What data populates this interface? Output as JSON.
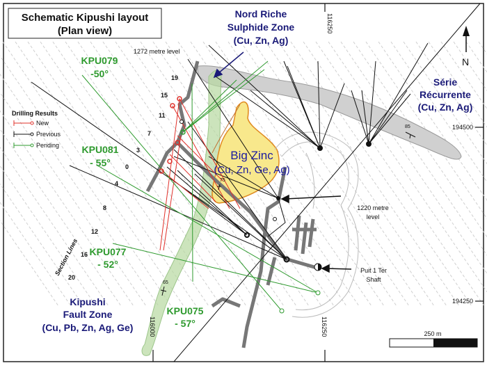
{
  "title": {
    "line1": "Schematic Kipushi layout",
    "line2": "(Plan view)"
  },
  "zones": {
    "nord_riche": [
      "Nord Riche",
      "Sulphide Zone",
      "(Cu, Zn, Ag)"
    ],
    "serie_recurrente": [
      "Série",
      "Récurrente",
      "(Cu, Zn, Ag)"
    ],
    "big_zinc": [
      "Big Zinc",
      "(Cu, Zn, Ge, Ag)"
    ],
    "fault_zone": [
      "Kipushi",
      "Fault Zone",
      "(Cu, Pb, Zn, Ag, Ge)"
    ]
  },
  "drill_holes": {
    "kpu079": [
      "KPU079",
      "-50°"
    ],
    "kpu081": [
      "KPU081",
      "- 55°"
    ],
    "kpu077": [
      "KPU077",
      "- 52°"
    ],
    "kpu075": [
      "KPU075",
      "- 57°"
    ]
  },
  "legend": {
    "title": "Drilling Results",
    "items": [
      {
        "label": "New",
        "color": "#e0302a"
      },
      {
        "label": "Previous",
        "color": "#111111"
      },
      {
        "label": "Pending",
        "color": "#2e9a2e"
      }
    ]
  },
  "levels": {
    "l1272": "1272 metre level",
    "l1220_1": "1220 metre",
    "l1220_2": "level"
  },
  "shaft": [
    "Puit 1 Ter",
    "Shaft"
  ],
  "section_lines": {
    "label": "Section Lines",
    "numbers": [
      "19",
      "15",
      "11",
      "7",
      "3",
      "0",
      "4",
      "8",
      "12",
      "16",
      "20"
    ]
  },
  "grid": {
    "e_top": "116250",
    "e_bottom_1": "116000",
    "e_bottom_2": "116250",
    "n_1": "194500",
    "n_2": "194250"
  },
  "dips": [
    "75",
    "85",
    "65"
  ],
  "north": "N",
  "scale": "250 m"
}
